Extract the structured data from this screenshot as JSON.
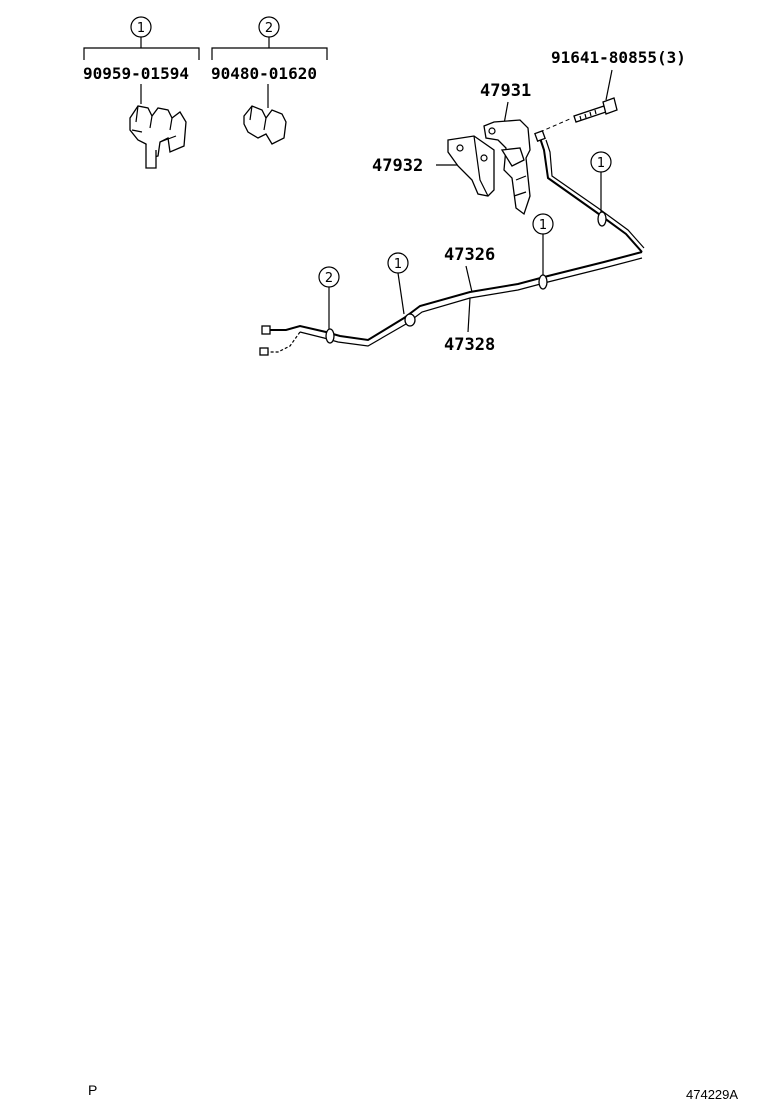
{
  "clips": [
    {
      "callout": "1",
      "part_number": "90959-01594"
    },
    {
      "callout": "2",
      "part_number": "90480-01620"
    }
  ],
  "parts": {
    "bolt": "91641-80855(3)",
    "bracket_upper": "47931",
    "bracket_lower": "47932",
    "tube_upper": "47326",
    "tube_lower": "47328"
  },
  "tube_callouts": [
    "1",
    "1",
    "1",
    "2"
  ],
  "footer": {
    "left": "P",
    "right": "474229A"
  }
}
